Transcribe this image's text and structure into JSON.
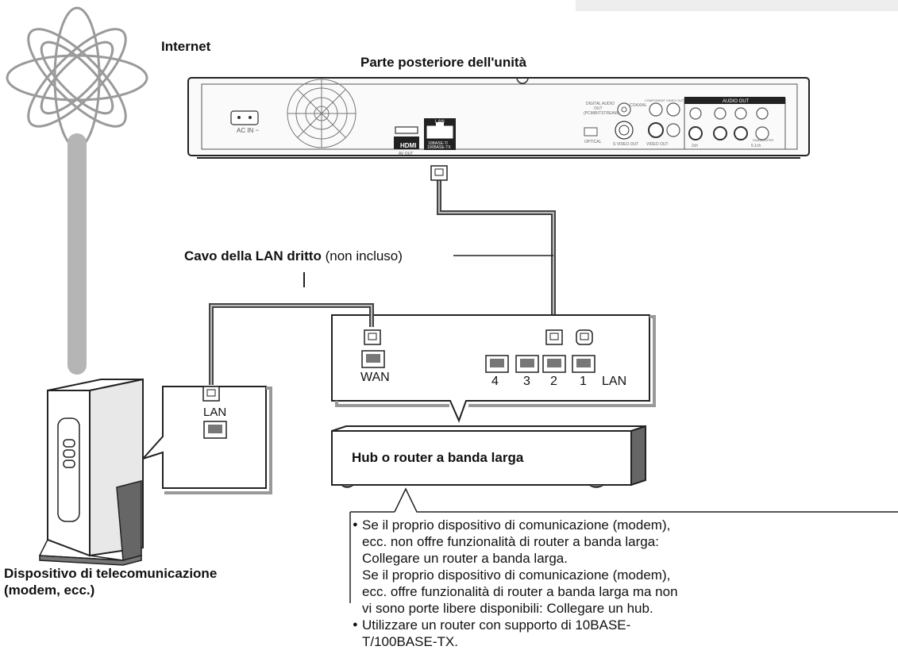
{
  "labels": {
    "internet": "Internet",
    "rear_panel_title": "Parte posteriore dell'unità",
    "cable_bold": "Cavo della LAN dritto",
    "cable_note": "(non incluso)",
    "router_title": "Hub o router a banda larga",
    "modem_line1": "Dispositivo di telecomunicazione",
    "modem_line2": "(modem, ecc.)",
    "modem_lan": "LAN",
    "router_wan": "WAN",
    "router_lan": "LAN",
    "router_ports": [
      "4",
      "3",
      "2",
      "1"
    ]
  },
  "device_panel": {
    "ac_in": "AC IN ~",
    "hdmi": "HDMI",
    "av_out": "AV OUT",
    "lan": "LAN",
    "lan_spec_1": "10BASE-T/",
    "lan_spec_2": "100BASE-TX",
    "digital_audio_1": "DIGITAL AUDIO",
    "digital_audio_2": "OUT",
    "digital_audio_3": "(PCM/BITSTREAM)",
    "coaxial": "COAXIAL",
    "optical": "OPTICAL",
    "component_video_out": "COMPONENT VIDEO OUT",
    "s_video_out": "S VIDEO OUT",
    "video_out": "VIDEO OUT",
    "audio_out": "AUDIO OUT",
    "two_ch": "2ch",
    "five_one_ch": "5.1ch",
    "subwoofer": "SUBWOOFER"
  },
  "notes": [
    {
      "bullet": "●",
      "paragraphs": [
        "Se il proprio dispositivo di comunicazione (modem), ecc. non offre funzionalità di router a banda larga: Collegare un router a banda larga.",
        "Se il proprio dispositivo di comunicazione (modem), ecc. offre funzionalità di router a banda larga ma non vi sono porte libere disponibili: Collegare un hub."
      ]
    },
    {
      "bullet": "●",
      "paragraphs": [
        "Utilizzare un router con supporto di 10BASE-T/100BASE-TX."
      ]
    }
  ]
}
